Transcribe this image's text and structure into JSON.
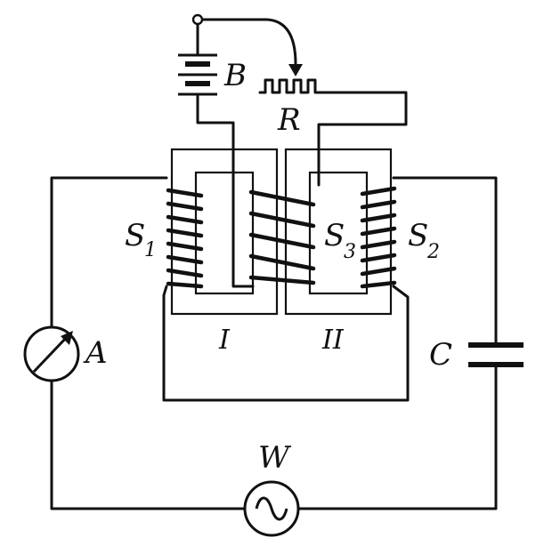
{
  "labels": {
    "battery": "B",
    "rheostat": "R",
    "coil1": {
      "letter": "S",
      "index": "1"
    },
    "coil2": {
      "letter": "S",
      "index": "2"
    },
    "coil3": {
      "letter": "S",
      "index": "3"
    },
    "core1": "I",
    "core2": "II",
    "ammeter": "A",
    "capacitor": "C",
    "ac_source": "W"
  }
}
